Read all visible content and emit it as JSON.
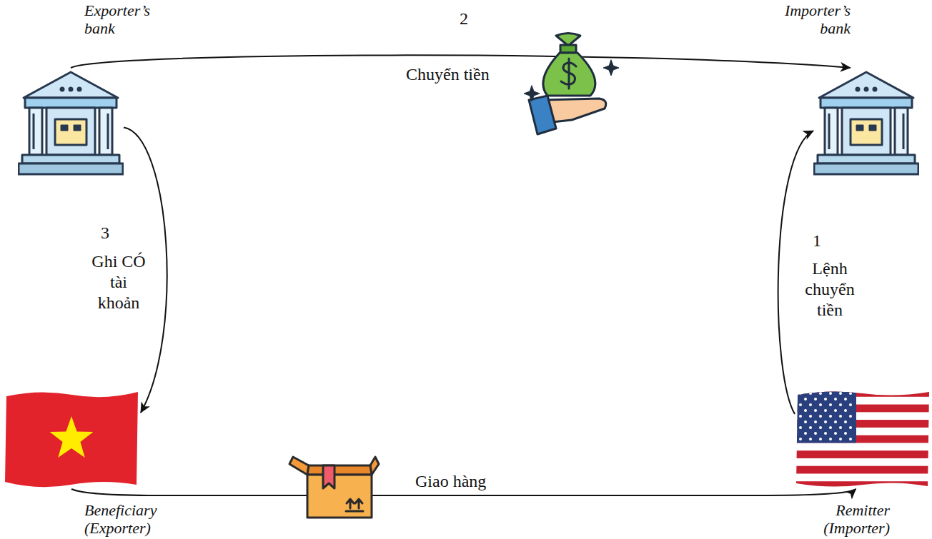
{
  "diagram": {
    "nodes": [
      {
        "text": [
          "Exporter’s bank"
        ]
      },
      {
        "text": [
          "Importer’s bank"
        ]
      },
      {
        "text": [
          "Beneficiary (Exporter)"
        ]
      },
      {
        "text": [
          "Remitter (Importer)"
        ]
      }
    ],
    "edges": [
      {
        "from": 0,
        "to": 1,
        "label": "Chuyển tiền",
        "arrow": "to"
      },
      {
        "from": 0,
        "to": 2,
        "label": "Ghi CÓ tài khoản",
        "arrow": "to"
      },
      {
        "from": 3,
        "to": 1,
        "label": "Lệnh chuyển tiền",
        "arrow": "to"
      },
      {
        "from": 2,
        "to": 3,
        "label": "Giao hàng",
        "arrow": "to"
      }
    ],
    "labels": [
      "2",
      "3",
      "1"
    ]
  }
}
